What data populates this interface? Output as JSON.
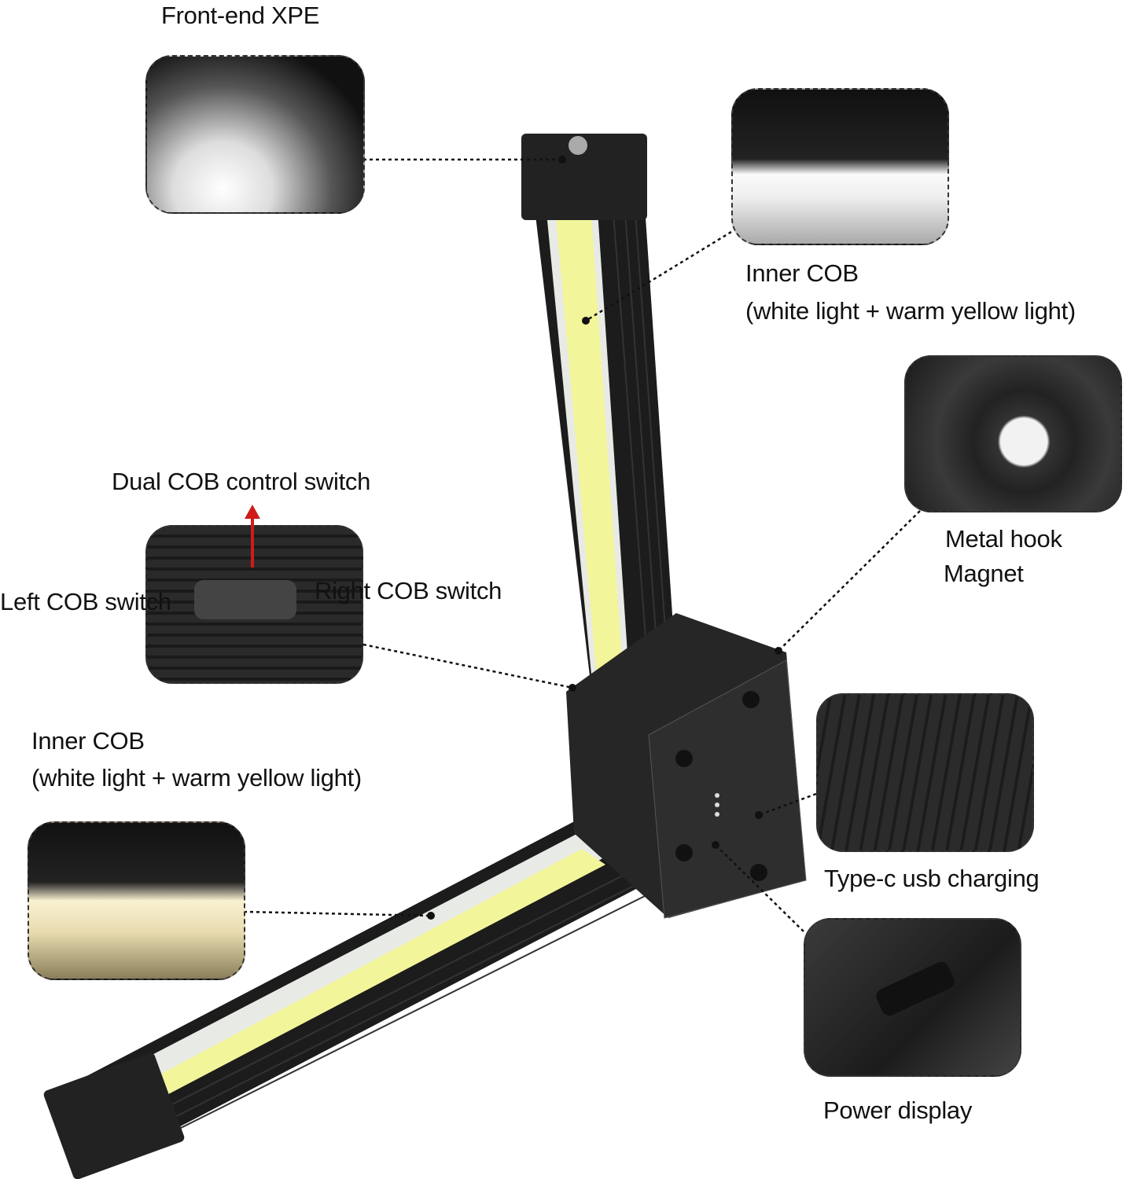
{
  "labels": {
    "front_xpe": "Front-end XPE",
    "inner_cob_top_title": "Inner COB",
    "inner_cob_top_sub": "(white light + warm yellow light)",
    "dual_switch": "Dual COB control switch",
    "left_switch": "Left COB switch",
    "right_switch": "Right COB switch",
    "metal_hook": "Metal hook",
    "magnet": "Magnet",
    "inner_cob_bottom_title": "Inner COB",
    "inner_cob_bottom_sub": "(white light + warm yellow light)",
    "type_c": "Type-c usb charging",
    "power_display": "Power display"
  },
  "colors": {
    "cob_yellow": "#f3f59a",
    "body_black": "#1e1e1e",
    "arrow_red": "#d11a1a",
    "warm_light": "#f2e9c4"
  }
}
